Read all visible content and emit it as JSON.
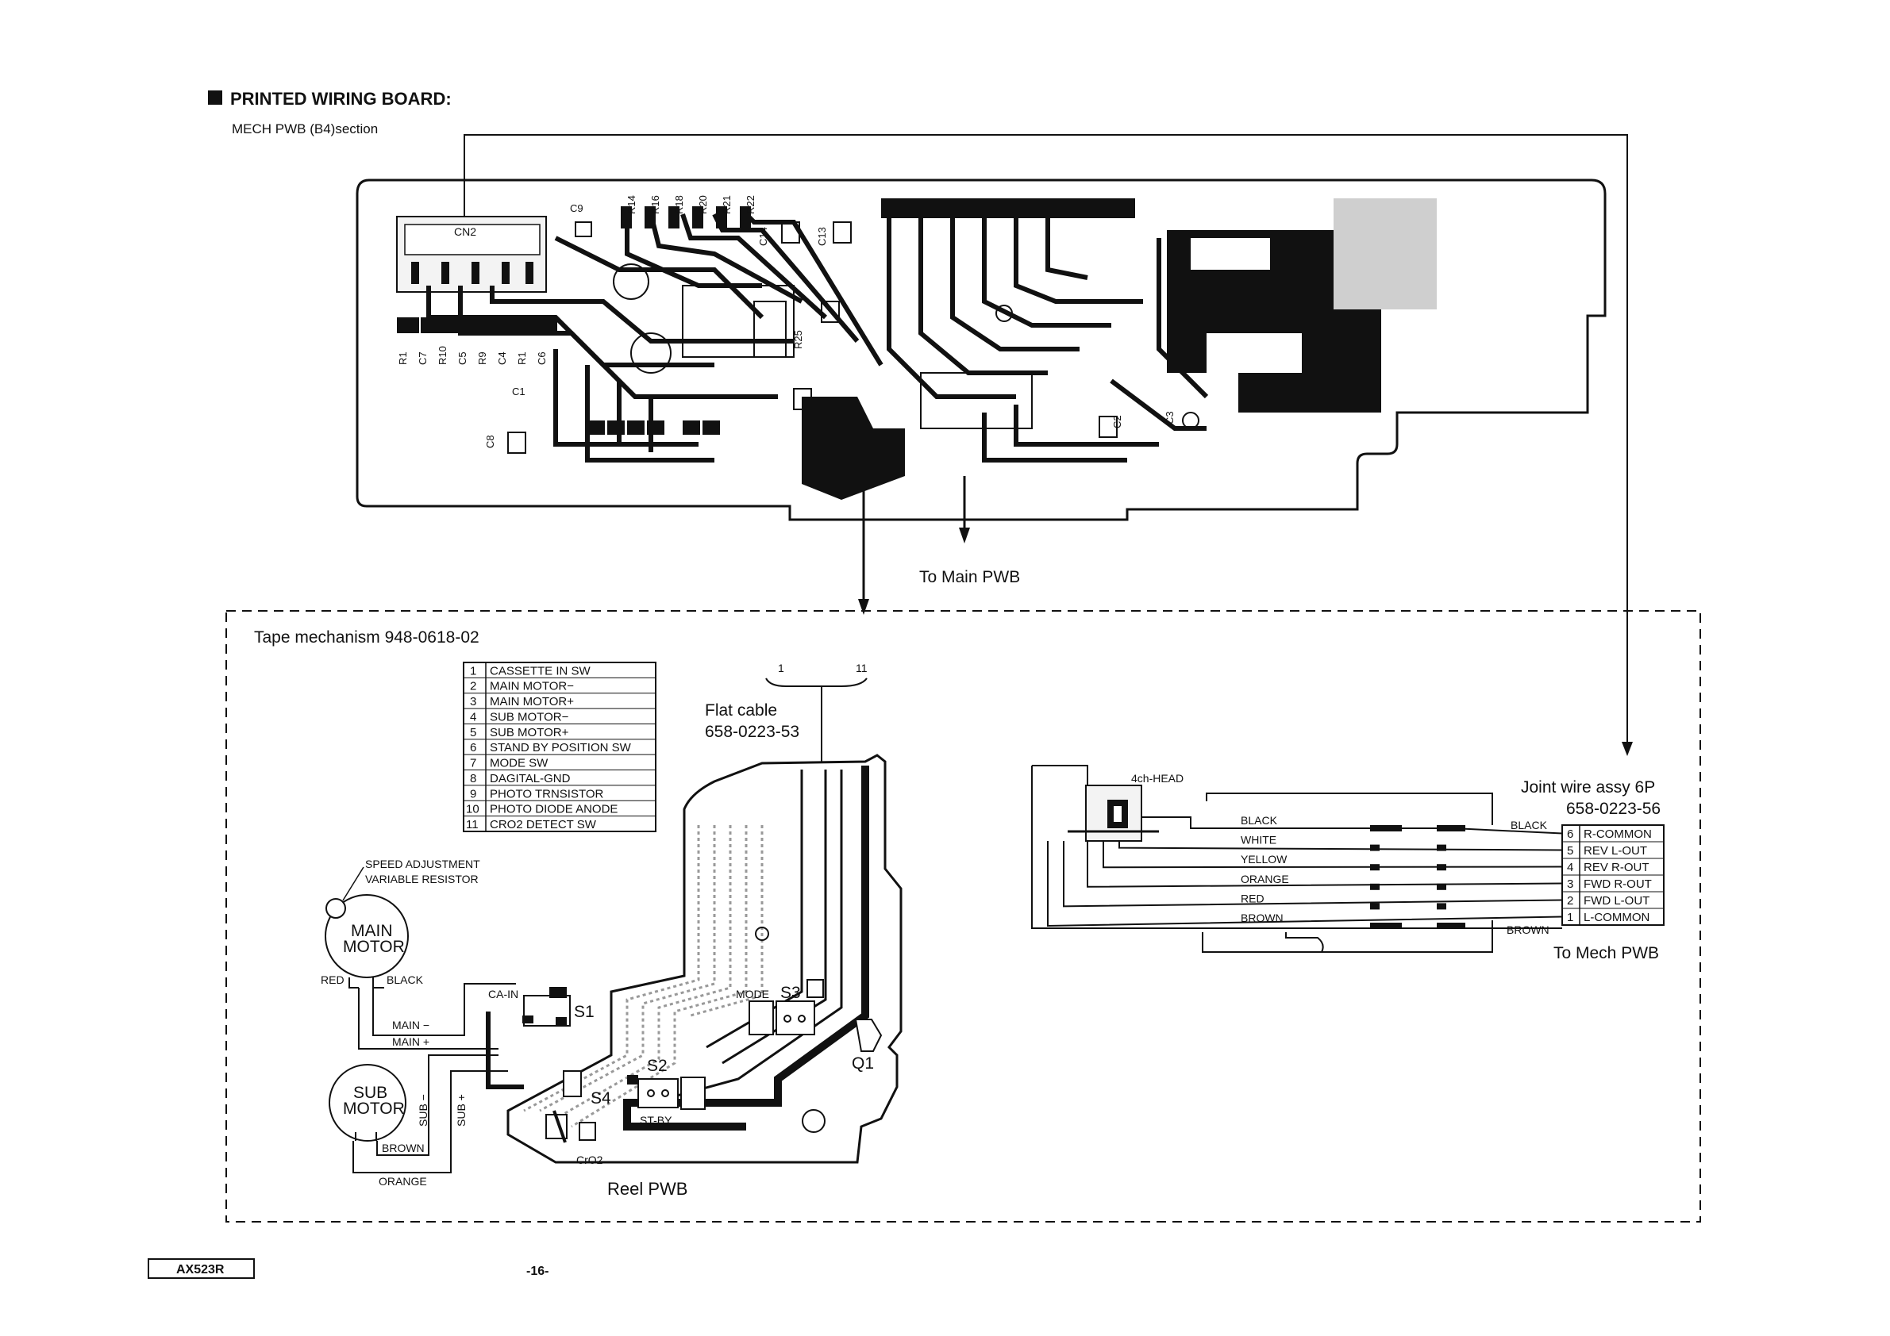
{
  "header": {
    "title": "PRINTED WIRING BOARD:",
    "subtitle": "MECH PWB (B4)section"
  },
  "mech_pwb": {
    "connector": "CN2",
    "refs": [
      "C9",
      "R14",
      "R16",
      "R18",
      "R20",
      "R21",
      "R22",
      "C14",
      "C13",
      "R25",
      "C8",
      "C3",
      "C2",
      "R1",
      "C7",
      "R10",
      "C5",
      "R9",
      "C4",
      "R1",
      "C6",
      "C1"
    ],
    "to_main": "To Main PWB"
  },
  "tape_mech": {
    "title": "Tape mechanism 948-0618-02",
    "pin_table": [
      {
        "pin": "1",
        "name": "CASSETTE IN SW"
      },
      {
        "pin": "2",
        "name": "MAIN MOTOR−"
      },
      {
        "pin": "3",
        "name": "MAIN MOTOR+"
      },
      {
        "pin": "4",
        "name": "SUB MOTOR−"
      },
      {
        "pin": "5",
        "name": "SUB MOTOR+"
      },
      {
        "pin": "6",
        "name": "STAND BY POSITION SW"
      },
      {
        "pin": "7",
        "name": "MODE SW"
      },
      {
        "pin": "8",
        "name": "DAGITAL-GND"
      },
      {
        "pin": "9",
        "name": "PHOTO TRNSISTOR"
      },
      {
        "pin": "10",
        "name": "PHOTO DIODE ANODE"
      },
      {
        "pin": "11",
        "name": "CRO2 DETECT SW"
      }
    ],
    "flat_cable": {
      "line1": "Flat cable",
      "line2": "658-0223-53",
      "pin_first": "1",
      "pin_last": "11"
    },
    "speed_adj": {
      "line1": "SPEED ADJUSTMENT",
      "line2": "VARIABLE RESISTOR"
    },
    "main_motor": {
      "line1": "MAIN",
      "line2": "MOTOR",
      "red": "RED",
      "black": "BLACK",
      "minus": "MAIN −",
      "plus": "MAIN +"
    },
    "sub_motor": {
      "line1": "SUB",
      "line2": "MOTOR",
      "brown": "BROWN",
      "orange": "ORANGE",
      "minus": "SUB −",
      "plus": "SUB +"
    },
    "switches": {
      "ca_in": "CA-IN",
      "s1": "S1",
      "mode": "MODE",
      "s3": "S3",
      "s2": "S2",
      "s4": "S4",
      "st_by": "ST-BY",
      "q1": "Q1",
      "cro2": "CrO2"
    },
    "reel_pwb": "Reel PWB"
  },
  "head": {
    "label": "4ch-HEAD",
    "wire_colors": [
      "BLACK",
      "WHITE",
      "YELLOW",
      "ORANGE",
      "RED",
      "BROWN"
    ],
    "joint": {
      "line1": "Joint wire assy 6P",
      "line2": "658-0223-56"
    },
    "black_tag": "BLACK",
    "brown_tag": "BROWN",
    "pins": [
      {
        "pin": "6",
        "name": "R-COMMON"
      },
      {
        "pin": "5",
        "name": "REV L-OUT"
      },
      {
        "pin": "4",
        "name": "REV R-OUT"
      },
      {
        "pin": "3",
        "name": "FWD R-OUT"
      },
      {
        "pin": "2",
        "name": "FWD L-OUT"
      },
      {
        "pin": "1",
        "name": "L-COMMON"
      }
    ],
    "to_mech": "To Mech PWB"
  },
  "footer": {
    "model": "AX523R",
    "page": "-16-"
  }
}
